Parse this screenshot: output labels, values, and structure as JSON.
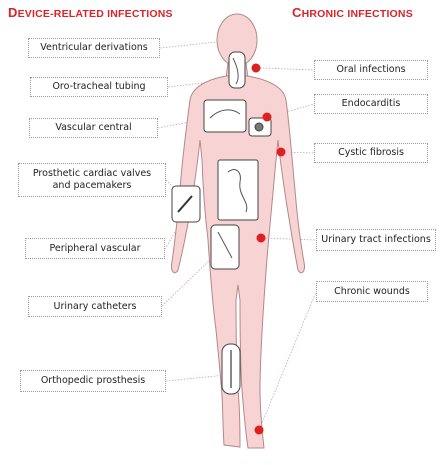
{
  "headings": {
    "device": {
      "first_letter": "D",
      "rest": "EVICE-RELATED INFECTIONS"
    },
    "chronic": {
      "first_letter": "C",
      "rest": "HRONIC INFECTIONS"
    }
  },
  "device_labels": [
    "Ventricular derivations",
    "Oro-tracheal tubing",
    "Vascular central",
    "Prosthetic cardiac valves\nand pacemakers",
    "Peripheral vascular",
    "Urinary catheters",
    "Orthopedic prosthesis"
  ],
  "chronic_labels": [
    "Oral infections",
    "Endocarditis",
    "Cystic fibrosis",
    "Urinary tract infections",
    "Chronic wounds"
  ],
  "colors": {
    "heading": "#d8232a",
    "body_fill": "#f7d3d3",
    "body_stroke": "#b58888",
    "infection_dot": "#e02020",
    "label_border": "#9a9a9a"
  }
}
